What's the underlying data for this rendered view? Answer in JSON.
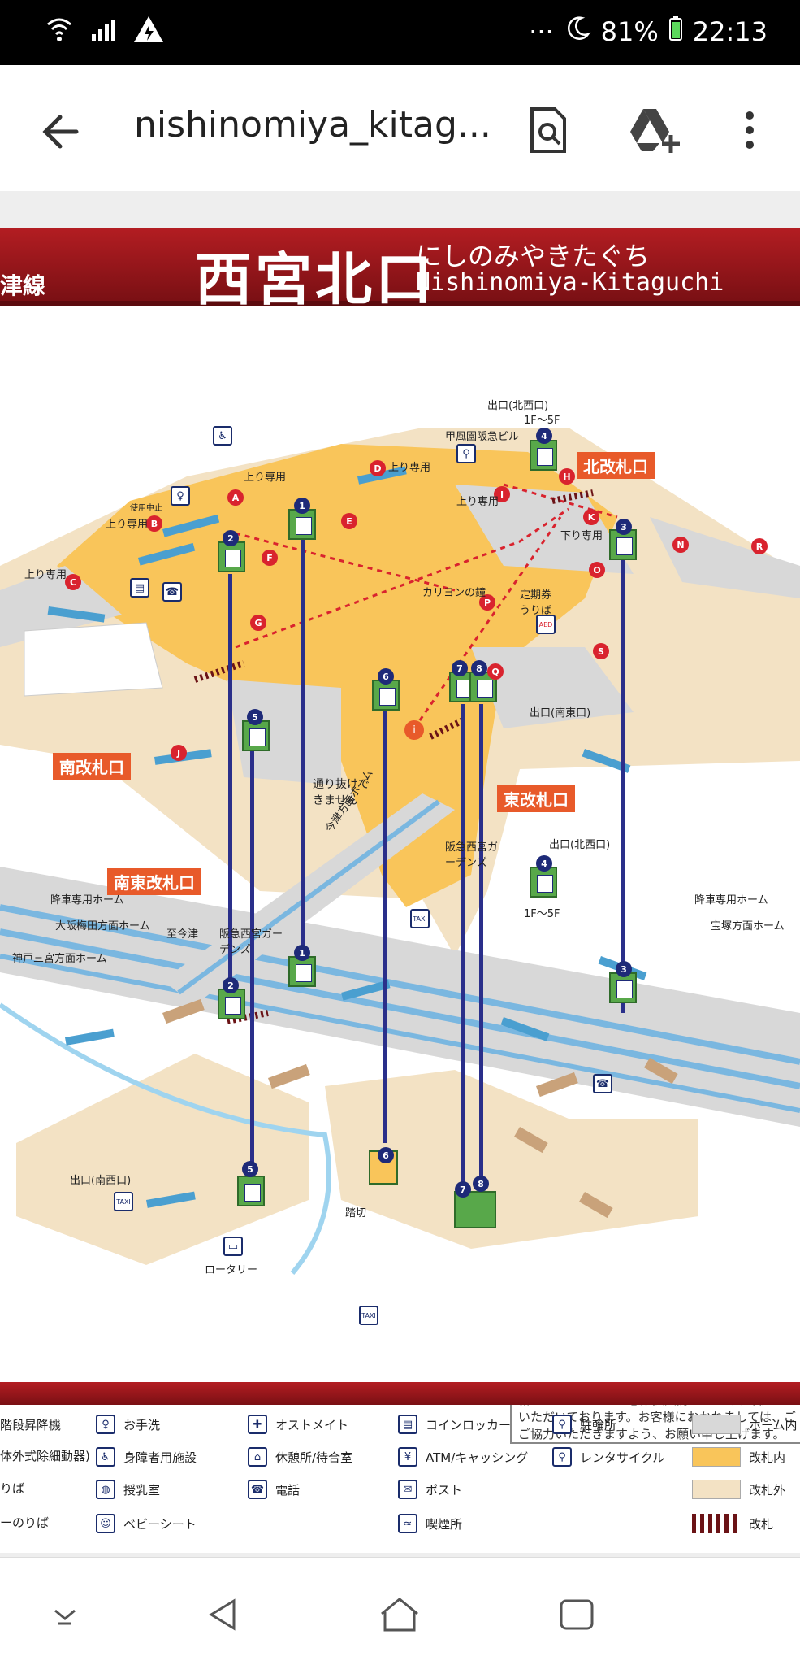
{
  "status": {
    "battery": "81%",
    "time": "22:13",
    "dots": "···"
  },
  "appbar": {
    "title": "nishinomiya_kitag..."
  },
  "banner": {
    "line": "津線",
    "kanji": "西宮北口",
    "kana": "にしのみやきたぐち",
    "roman": "Nishinomiya-Kitaguchi"
  },
  "map": {
    "gates": {
      "north": "北改札口",
      "south": "南改札口",
      "east": "東改札口",
      "southeast": "南東改札口"
    },
    "labels": {
      "exit_nw_top": "出口(北西口)",
      "floors_top": "1F〜5F",
      "building": "甲風園阪急ビル",
      "up_only_1": "上り専用",
      "up_only_2": "上り専用",
      "up_only_3": "上り専用",
      "up_only_4": "上り専用",
      "up_only_5": "上り専用",
      "down_only": "下り専用",
      "carillon": "カリヨンの鐘",
      "pass": "定期券うりば",
      "exit_se": "出口(南東口)",
      "no_through": "通り抜けできません",
      "gardens_top": "阪急西宮ガーデンズ",
      "exit_nw_low": "出口(北西口)",
      "floors_low": "1F〜5F",
      "platform_left": "降車専用ホーム",
      "umeda_home": "大阪梅田方面ホーム",
      "sannomiya_home": "神戸三宮方面ホーム",
      "imazu": "至今津",
      "gardens_low": "阪急西宮ガーデンズ",
      "platform_right": "降車専用ホーム",
      "takarazuka_home": "宝塚方面ホーム",
      "exit_sw": "出口(南西口)",
      "crossing": "踏切",
      "rotary": "ロータリー",
      "imazu_home": "今津方面ホーム",
      "disabled": "使用中止"
    }
  },
  "notice": {
    "line1": "新型コロナウイルス感染拡大防止のため、喫煙",
    "line2": "いただいております。お客様におかれましては、ご",
    "line3": "ご協力いただきますよう、お願い申し上げます。"
  },
  "legend": {
    "col1": [
      "階段昇降機",
      "体外式除細動器)",
      "りば",
      "ーのりば"
    ],
    "col2": [
      "お手洗",
      "身障者用施設",
      "授乳室",
      "ベビーシート"
    ],
    "col3": [
      "オストメイト",
      "休憩所/待合室",
      "電話"
    ],
    "col4": [
      "コインロッカー",
      "ATM/キャッシング",
      "ポスト",
      "喫煙所"
    ],
    "col5": [
      "駐輪所",
      "レンタサイクル"
    ],
    "col6": [
      "ホーム内",
      "改札内",
      "改札外",
      "改札"
    ]
  },
  "colors": {
    "banner": "#b31d22",
    "gate": "#e85a2a",
    "inside": "#f9c55a",
    "outside": "#f3e2c4",
    "platform": "#d8d8d8"
  }
}
